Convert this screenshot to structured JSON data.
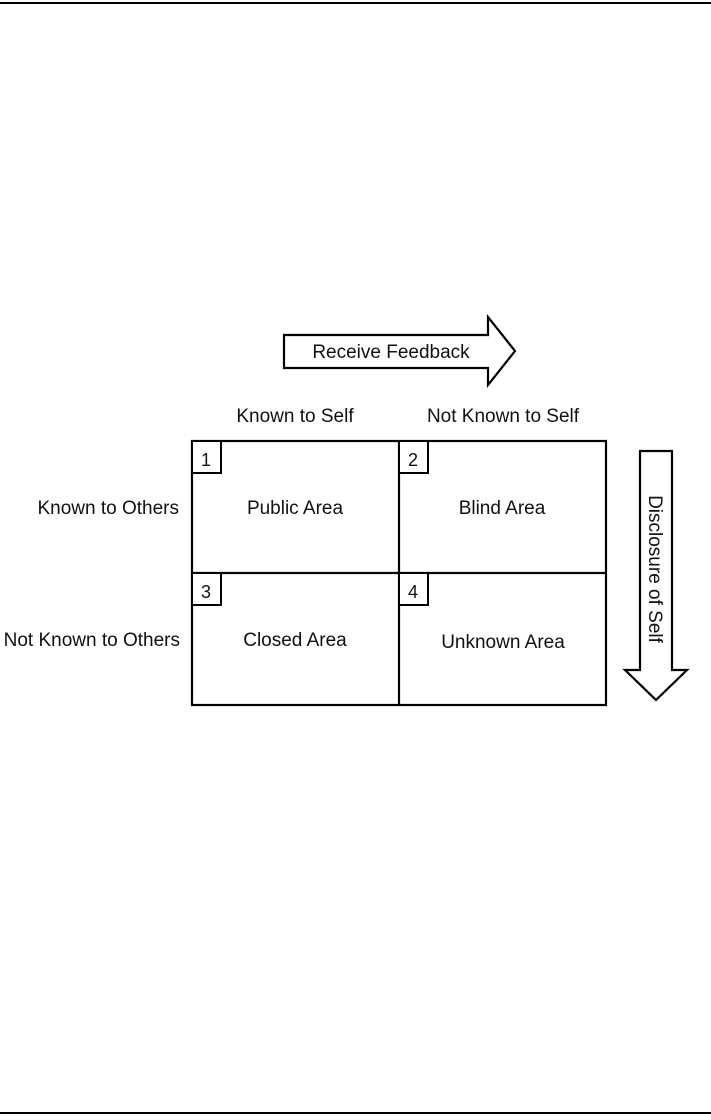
{
  "diagram": {
    "feedback_arrow_label": "Receive Feedback",
    "disclosure_arrow_label": "Disclosure of Self",
    "column_headers": [
      "Known to Self",
      "Not Known to Self"
    ],
    "row_headers": [
      "Known to Others",
      "Not Known to Others"
    ],
    "quadrants": [
      {
        "number": "1",
        "label": "Public Area"
      },
      {
        "number": "2",
        "label": "Blind Area"
      },
      {
        "number": "3",
        "label": "Closed Area"
      },
      {
        "number": "4",
        "label": "Unknown Area"
      }
    ]
  }
}
